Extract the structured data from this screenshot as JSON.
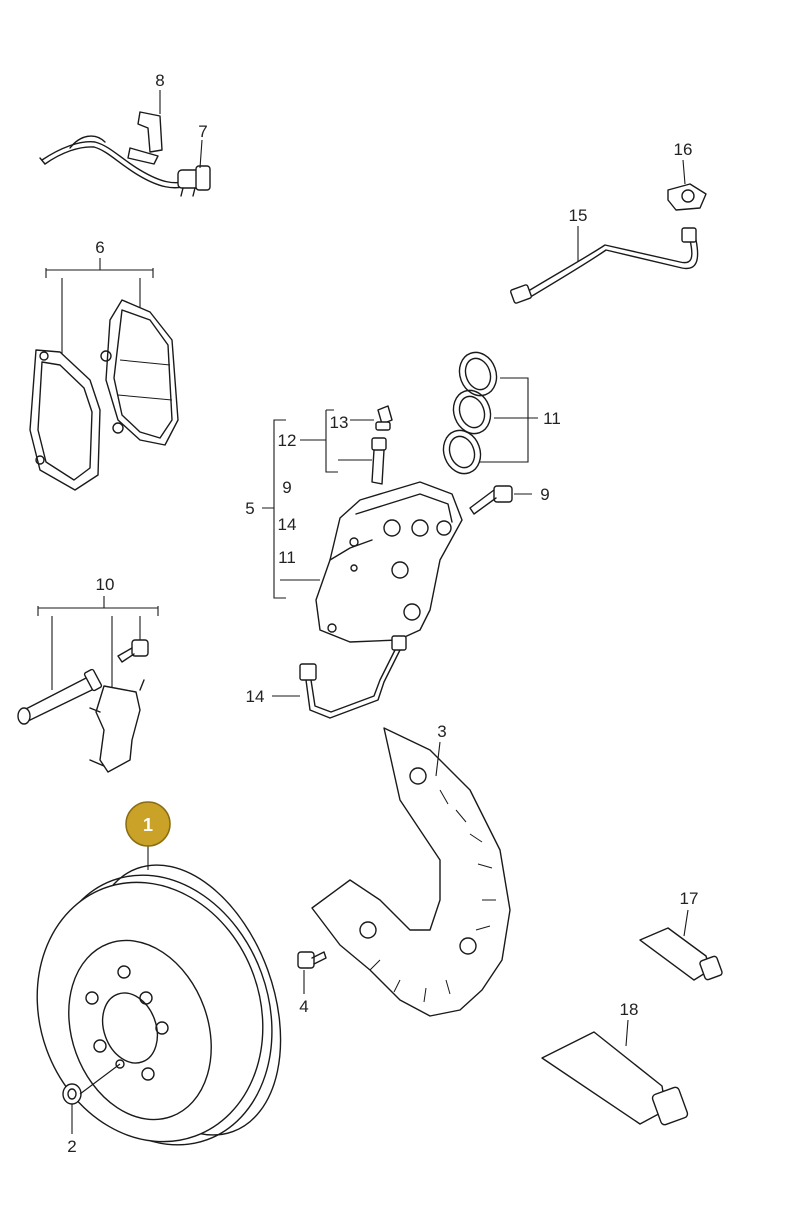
{
  "labels": {
    "l1": "1",
    "l2": "2",
    "l3": "3",
    "l4": "4",
    "l5": "5",
    "l6": "6",
    "l7": "7",
    "l8": "8",
    "l9a": "9",
    "l9b": "9",
    "l10": "10",
    "l11a": "11",
    "l11b": "11",
    "l12": "12",
    "l13": "13",
    "l14a": "14",
    "l14b": "14",
    "l15": "15",
    "l16": "16",
    "l17": "17",
    "l18": "18"
  },
  "colors": {
    "badge": "#C9A227",
    "badge_border": "#8a6d12",
    "line": "#1a1a1a"
  },
  "highlight": "1"
}
